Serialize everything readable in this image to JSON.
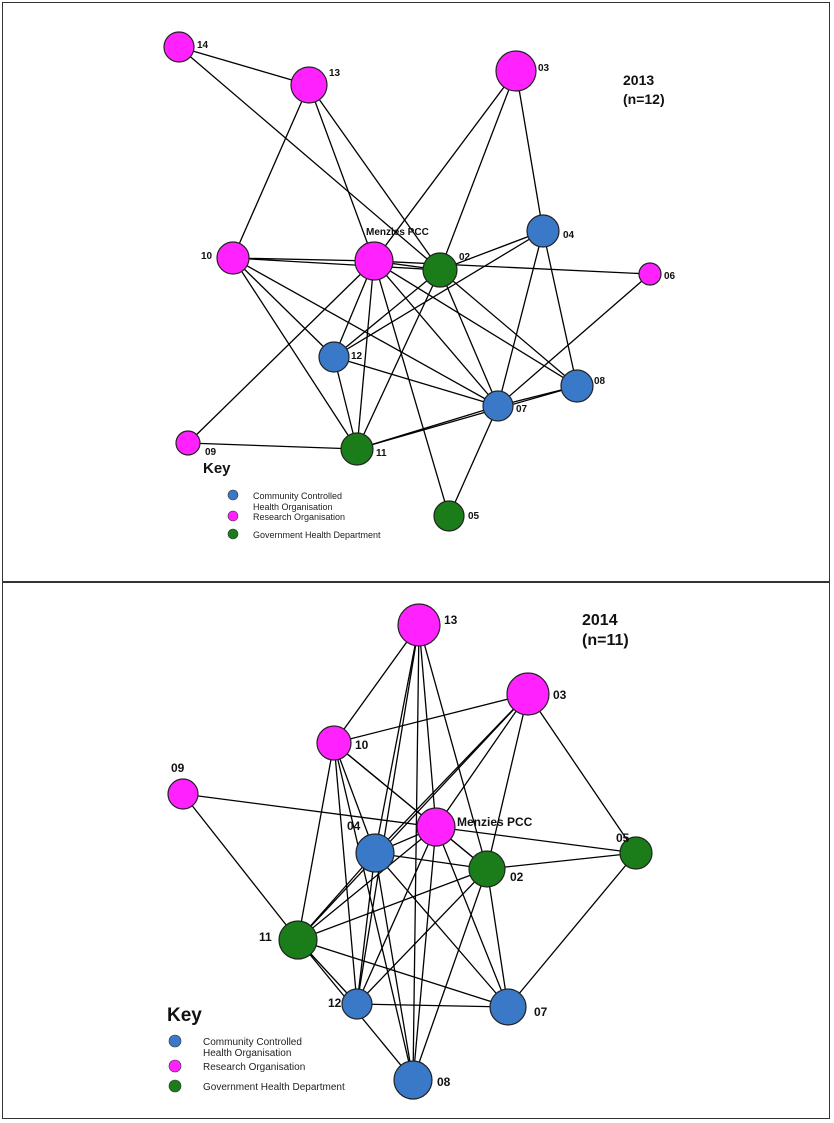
{
  "colors": {
    "community": "#3a78c8",
    "research": "#ff22ff",
    "government": "#1a7d1a"
  },
  "panels": [
    {
      "id": "2013",
      "title": "2013",
      "subtitle": "(n=12)",
      "key": {
        "title": "Key",
        "items": [
          {
            "type": "community",
            "lines": [
              "Community Controlled",
              "Health Organisation"
            ]
          },
          {
            "type": "research",
            "lines": [
              "Research Organisation"
            ]
          },
          {
            "type": "government",
            "lines": [
              "Government Health Department"
            ]
          }
        ]
      },
      "nodes": [
        {
          "id": "14",
          "label": "14",
          "type": "research"
        },
        {
          "id": "13",
          "label": "13",
          "type": "research"
        },
        {
          "id": "03",
          "label": "03",
          "type": "research"
        },
        {
          "id": "10",
          "label": "10",
          "type": "research"
        },
        {
          "id": "MPCC",
          "label": "Menzies PCC",
          "type": "research"
        },
        {
          "id": "02",
          "label": "02",
          "type": "government"
        },
        {
          "id": "04",
          "label": "04",
          "type": "community"
        },
        {
          "id": "06",
          "label": "06",
          "type": "research"
        },
        {
          "id": "12",
          "label": "12",
          "type": "community"
        },
        {
          "id": "07",
          "label": "07",
          "type": "community"
        },
        {
          "id": "08",
          "label": "08",
          "type": "community"
        },
        {
          "id": "09",
          "label": "09",
          "type": "research"
        },
        {
          "id": "11",
          "label": "11",
          "type": "government"
        },
        {
          "id": "05",
          "label": "05",
          "type": "government"
        }
      ],
      "edges": [
        [
          "14",
          "13"
        ],
        [
          "14",
          "02"
        ],
        [
          "13",
          "10"
        ],
        [
          "13",
          "MPCC"
        ],
        [
          "13",
          "02"
        ],
        [
          "03",
          "MPCC"
        ],
        [
          "03",
          "02"
        ],
        [
          "03",
          "04"
        ],
        [
          "10",
          "MPCC"
        ],
        [
          "10",
          "02"
        ],
        [
          "10",
          "12"
        ],
        [
          "10",
          "11"
        ],
        [
          "10",
          "07"
        ],
        [
          "MPCC",
          "02"
        ],
        [
          "MPCC",
          "12"
        ],
        [
          "MPCC",
          "11"
        ],
        [
          "MPCC",
          "07"
        ],
        [
          "MPCC",
          "08"
        ],
        [
          "MPCC",
          "05"
        ],
        [
          "MPCC",
          "09"
        ],
        [
          "MPCC",
          "06"
        ],
        [
          "02",
          "04"
        ],
        [
          "02",
          "12"
        ],
        [
          "02",
          "11"
        ],
        [
          "02",
          "07"
        ],
        [
          "02",
          "08"
        ],
        [
          "04",
          "12"
        ],
        [
          "04",
          "07"
        ],
        [
          "04",
          "08"
        ],
        [
          "06",
          "07"
        ],
        [
          "12",
          "07"
        ],
        [
          "12",
          "11"
        ],
        [
          "07",
          "08"
        ],
        [
          "07",
          "11"
        ],
        [
          "07",
          "05"
        ],
        [
          "08",
          "11"
        ],
        [
          "09",
          "11"
        ]
      ]
    },
    {
      "id": "2014",
      "title": "2014",
      "subtitle": "(n=11)",
      "key": {
        "title": "Key",
        "items": [
          {
            "type": "community",
            "lines": [
              "Community Controlled",
              "Health Organisation"
            ]
          },
          {
            "type": "research",
            "lines": [
              "Research Organisation"
            ]
          },
          {
            "type": "government",
            "lines": [
              "Government Health Department"
            ]
          }
        ]
      },
      "nodes": [
        {
          "id": "13",
          "label": "13",
          "type": "research"
        },
        {
          "id": "03",
          "label": "03",
          "type": "research"
        },
        {
          "id": "10",
          "label": "10",
          "type": "research"
        },
        {
          "id": "09",
          "label": "09",
          "type": "research"
        },
        {
          "id": "MPCC",
          "label": "Menzies PCC",
          "type": "research"
        },
        {
          "id": "04",
          "label": "04",
          "type": "community"
        },
        {
          "id": "02",
          "label": "02",
          "type": "government"
        },
        {
          "id": "05",
          "label": "05",
          "type": "government"
        },
        {
          "id": "11",
          "label": "11",
          "type": "government"
        },
        {
          "id": "12",
          "label": "12",
          "type": "community"
        },
        {
          "id": "07",
          "label": "07",
          "type": "community"
        },
        {
          "id": "08",
          "label": "08",
          "type": "community"
        }
      ],
      "edges": [
        [
          "13",
          "10"
        ],
        [
          "13",
          "04"
        ],
        [
          "13",
          "MPCC"
        ],
        [
          "13",
          "02"
        ],
        [
          "13",
          "12"
        ],
        [
          "13",
          "08"
        ],
        [
          "03",
          "10"
        ],
        [
          "03",
          "04"
        ],
        [
          "03",
          "MPCC"
        ],
        [
          "03",
          "02"
        ],
        [
          "03",
          "05"
        ],
        [
          "03",
          "11"
        ],
        [
          "10",
          "04"
        ],
        [
          "10",
          "MPCC"
        ],
        [
          "10",
          "02"
        ],
        [
          "10",
          "11"
        ],
        [
          "10",
          "12"
        ],
        [
          "10",
          "08"
        ],
        [
          "09",
          "MPCC"
        ],
        [
          "09",
          "11"
        ],
        [
          "MPCC",
          "04"
        ],
        [
          "MPCC",
          "02"
        ],
        [
          "MPCC",
          "05"
        ],
        [
          "MPCC",
          "11"
        ],
        [
          "MPCC",
          "12"
        ],
        [
          "MPCC",
          "07"
        ],
        [
          "MPCC",
          "08"
        ],
        [
          "04",
          "02"
        ],
        [
          "04",
          "11"
        ],
        [
          "04",
          "12"
        ],
        [
          "04",
          "07"
        ],
        [
          "04",
          "08"
        ],
        [
          "02",
          "05"
        ],
        [
          "02",
          "11"
        ],
        [
          "02",
          "12"
        ],
        [
          "02",
          "07"
        ],
        [
          "02",
          "08"
        ],
        [
          "05",
          "07"
        ],
        [
          "11",
          "12"
        ],
        [
          "11",
          "07"
        ],
        [
          "11",
          "08"
        ],
        [
          "12",
          "07"
        ]
      ]
    }
  ]
}
